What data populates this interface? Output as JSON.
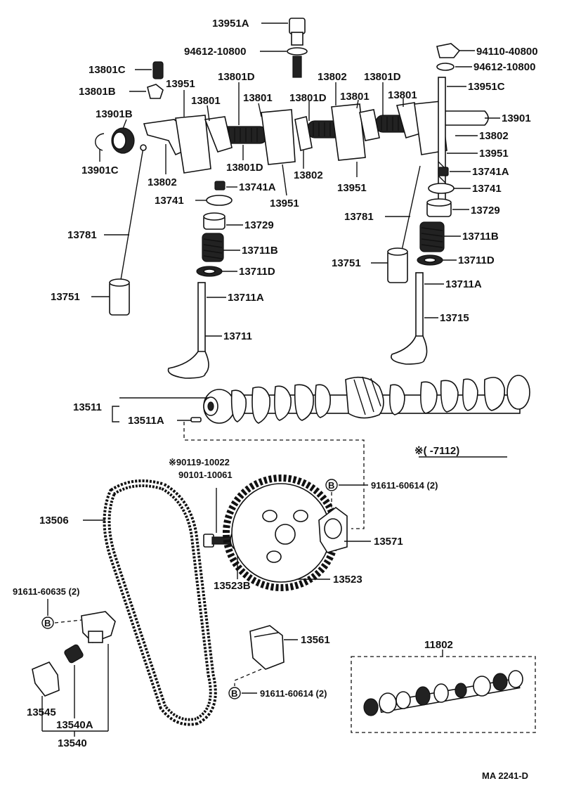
{
  "labels": {
    "p13951A": "13951A",
    "p94612_top": "94612-10800",
    "p94110": "94110-40800",
    "p94612_right": "94612-10800",
    "p13801C": "13801C",
    "p13801B": "13801B",
    "p13951_a": "13951",
    "p13801_a": "13801",
    "p13801D_a": "13801D",
    "p13801_b": "13801",
    "p13801D_b": "13801D",
    "p13802_a": "13802",
    "p13801_c": "13801",
    "p13801D_c": "13801D",
    "p13801_d": "13801",
    "p13951C": "13951C",
    "p13901B": "13901B",
    "p13901": "13901",
    "p13802_r": "13802",
    "p13951_r": "13951",
    "p13901C": "13901C",
    "p13802_l": "13802",
    "p13801D_lower": "13801D",
    "p13802_m": "13802",
    "p13951_m": "13951",
    "p13741A_l": "13741A",
    "p13741A_r": "13741A",
    "p13741_l": "13741",
    "p13741_r": "13741",
    "p13951_c": "13951",
    "p13729_l": "13729",
    "p13729_r": "13729",
    "p13781_l": "13781",
    "p13781_r": "13781",
    "p13711B_l": "13711B",
    "p13711B_r": "13711B",
    "p13711D_l": "13711D",
    "p13711D_r": "13711D",
    "p13751_l": "13751",
    "p13751_r": "13751",
    "p13711A_l": "13711A",
    "p13711A_r": "13711A",
    "p13715": "13715",
    "p13711": "13711",
    "p13511": "13511",
    "p13511A": "13511A",
    "note_range": "※(      -7112)",
    "p90119": "※90119-10022",
    "p90101": "90101-10061",
    "p91611_60614_top": "91611-60614 (2)",
    "p13506": "13506",
    "p13571": "13571",
    "p13523B": "13523B",
    "p13523": "13523",
    "p91611_60635": "91611-60635 (2)",
    "p13561": "13561",
    "p11802": "11802",
    "p91611_60614_bot": "91611-60614 (2)",
    "p13545": "13545",
    "p13540A": "13540A",
    "p13540": "13540",
    "bolt_marker": "B",
    "footer_code": "MA 2241-D"
  }
}
